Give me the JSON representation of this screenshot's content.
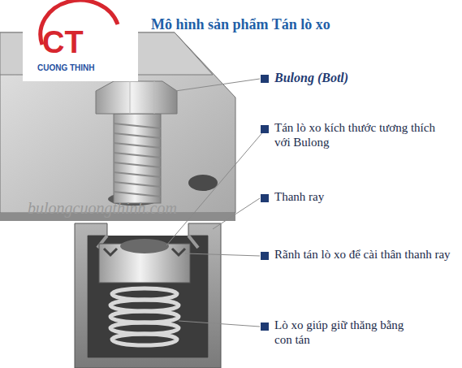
{
  "diagram": {
    "title": "Mô hình sản phẩm Tán lò xo",
    "labels": [
      "CT",
      "CUONG THINH",
      "Bulong (Botl)",
      "Tán lò xo kích thước tương thích với Bulong",
      "Thanh ray",
      "Rãnh tán lò xo để cài thân thanh ray",
      "Lò xo giúp giữ thăng bằng con tán",
      "bulongcuongthinh.com"
    ]
  }
}
